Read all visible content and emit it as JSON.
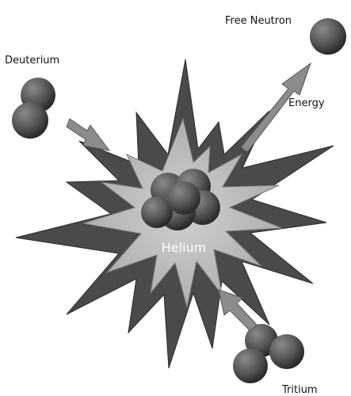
{
  "labels": {
    "free_neutron": "Free Neutron",
    "deuterium": "Deuterium",
    "energy": "Energy",
    "helium": "Helium",
    "tritium": "Tritium"
  },
  "colors": {
    "particle": "#575757",
    "particle_dark": "#2a2a2a",
    "burst_outer": "#4a4a4a",
    "burst_inner": "#b8b8b8",
    "arrow": "#8c8c8c",
    "text": "#111111"
  }
}
